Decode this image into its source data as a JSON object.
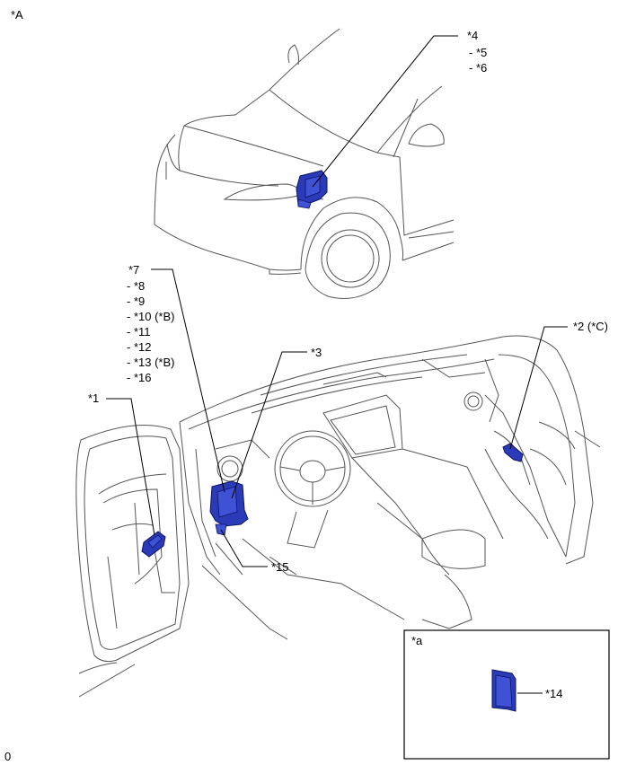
{
  "labels": {
    "view_a": "*A",
    "callout_4": "*4",
    "callout_5": "- *5",
    "callout_6": "- *6",
    "callout_7": "*7",
    "callout_8": "- *8",
    "callout_9": "- *9",
    "callout_10": "- *10 (*B)",
    "callout_11": "- *11",
    "callout_12": "- *12",
    "callout_13": "- *13 (*B)",
    "callout_16": "- *16",
    "callout_3": "*3",
    "callout_1": "*1",
    "callout_2": "*2 (*C)",
    "callout_15": "*15",
    "inset_a": "*a",
    "callout_14": "*14",
    "figure_code": "0"
  }
}
